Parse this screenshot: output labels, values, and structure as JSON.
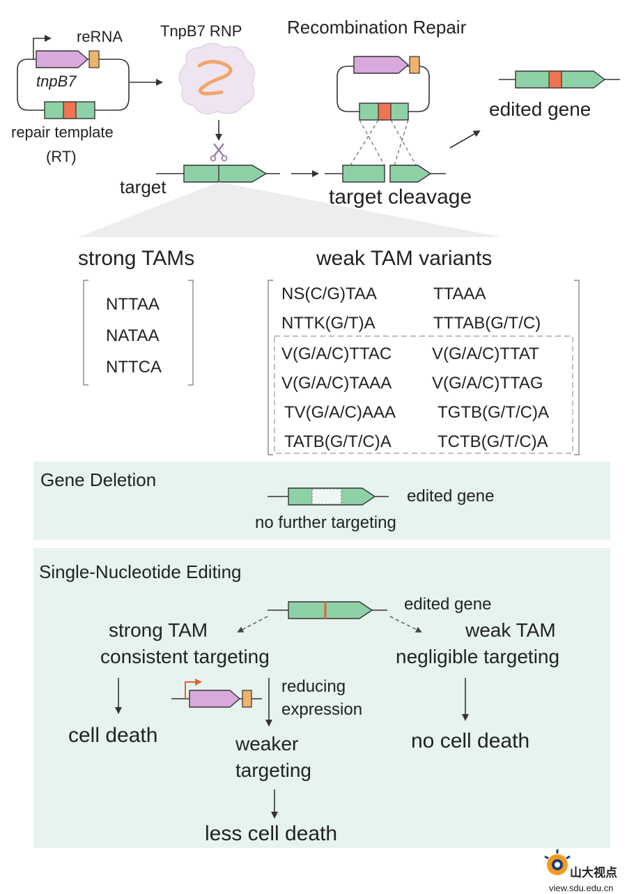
{
  "top": {
    "rerna_label": "reRNA",
    "tnpb7_label": "tnpB7",
    "repair_template_label": "repair template",
    "rt_label": "(RT)",
    "rnp_label": "TnpB7 RNP",
    "recombination_label": "Recombination Repair",
    "edited_gene_label": "edited gene",
    "target_label": "target",
    "target_cleavage_label": "target cleavage"
  },
  "tams": {
    "strong_title": "strong TAMs",
    "strong_list": [
      "NTTAA",
      "NATAA",
      "NTTCA"
    ],
    "weak_title": "weak TAM variants",
    "weak_rows": [
      [
        "NS(C/G)TAA",
        "TTAAA"
      ],
      [
        "NTTK(G/T)A",
        "TTTAB(G/T/C)"
      ]
    ],
    "weak_boxed_rows": [
      [
        "V(G/A/C)TTAC",
        "V(G/A/C)TTAT"
      ],
      [
        "V(G/A/C)TAAA",
        "V(G/A/C)TTAG"
      ],
      [
        "TV(G/A/C)AAA",
        "TGTB(G/T/C)A"
      ],
      [
        "TATB(G/T/C)A",
        "TCTB(G/T/C)A"
      ]
    ]
  },
  "deletion": {
    "title": "Gene Deletion",
    "edited_gene_label": "edited gene",
    "note": "no further targeting"
  },
  "sne": {
    "title": "Single-Nucleotide Editing",
    "edited_gene_label": "edited gene",
    "strong_tam": "strong TAM",
    "consistent": "consistent targeting",
    "weak_tam": "weak TAM",
    "negligible": "negligible targeting",
    "cell_death": "cell death",
    "reducing": "reducing",
    "expression": "expression",
    "weaker": "weaker",
    "targeting": "targeting",
    "less_cell_death": "less cell death",
    "no_cell_death": "no cell death"
  },
  "watermark": {
    "brand": "山大视点",
    "url": "view.sdu.edu.cn"
  },
  "colors": {
    "gene_green": "#8fd1a6",
    "mutation_orange": "#ee7454",
    "tnpb_pink": "#d9a8dd",
    "rerna_orange": "#f0b36c",
    "panel_bg": "#e6f3ee",
    "promoter_arrow_orange": "#e8632c"
  }
}
